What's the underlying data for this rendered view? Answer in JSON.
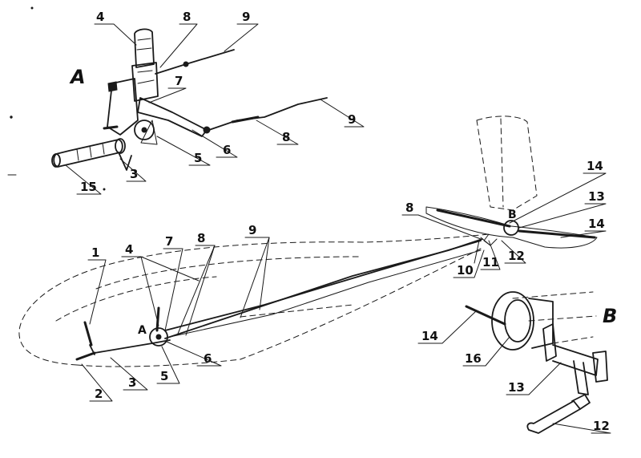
{
  "detail_A_letter": "A",
  "detail_B_letter": "B",
  "marker_A": "A",
  "marker_B": "B",
  "labels": {
    "a4": "4",
    "a8": "8",
    "a9_top": "9",
    "a7": "7",
    "a9_right": "9",
    "a8_right": "8",
    "a6": "6",
    "a5": "5",
    "a3": "3",
    "a15": "15",
    "t14_top": "14",
    "t8": "8",
    "t13": "13",
    "t14_right": "14",
    "t11": "11",
    "t12": "12",
    "t10": "10",
    "f1": "1",
    "f4": "4",
    "f7": "7",
    "f8": "8",
    "f9": "9",
    "f6": "6",
    "f5": "5",
    "f3": "3",
    "f2": "2",
    "b14": "14",
    "b16": "16",
    "b13": "13",
    "b12": "12"
  }
}
